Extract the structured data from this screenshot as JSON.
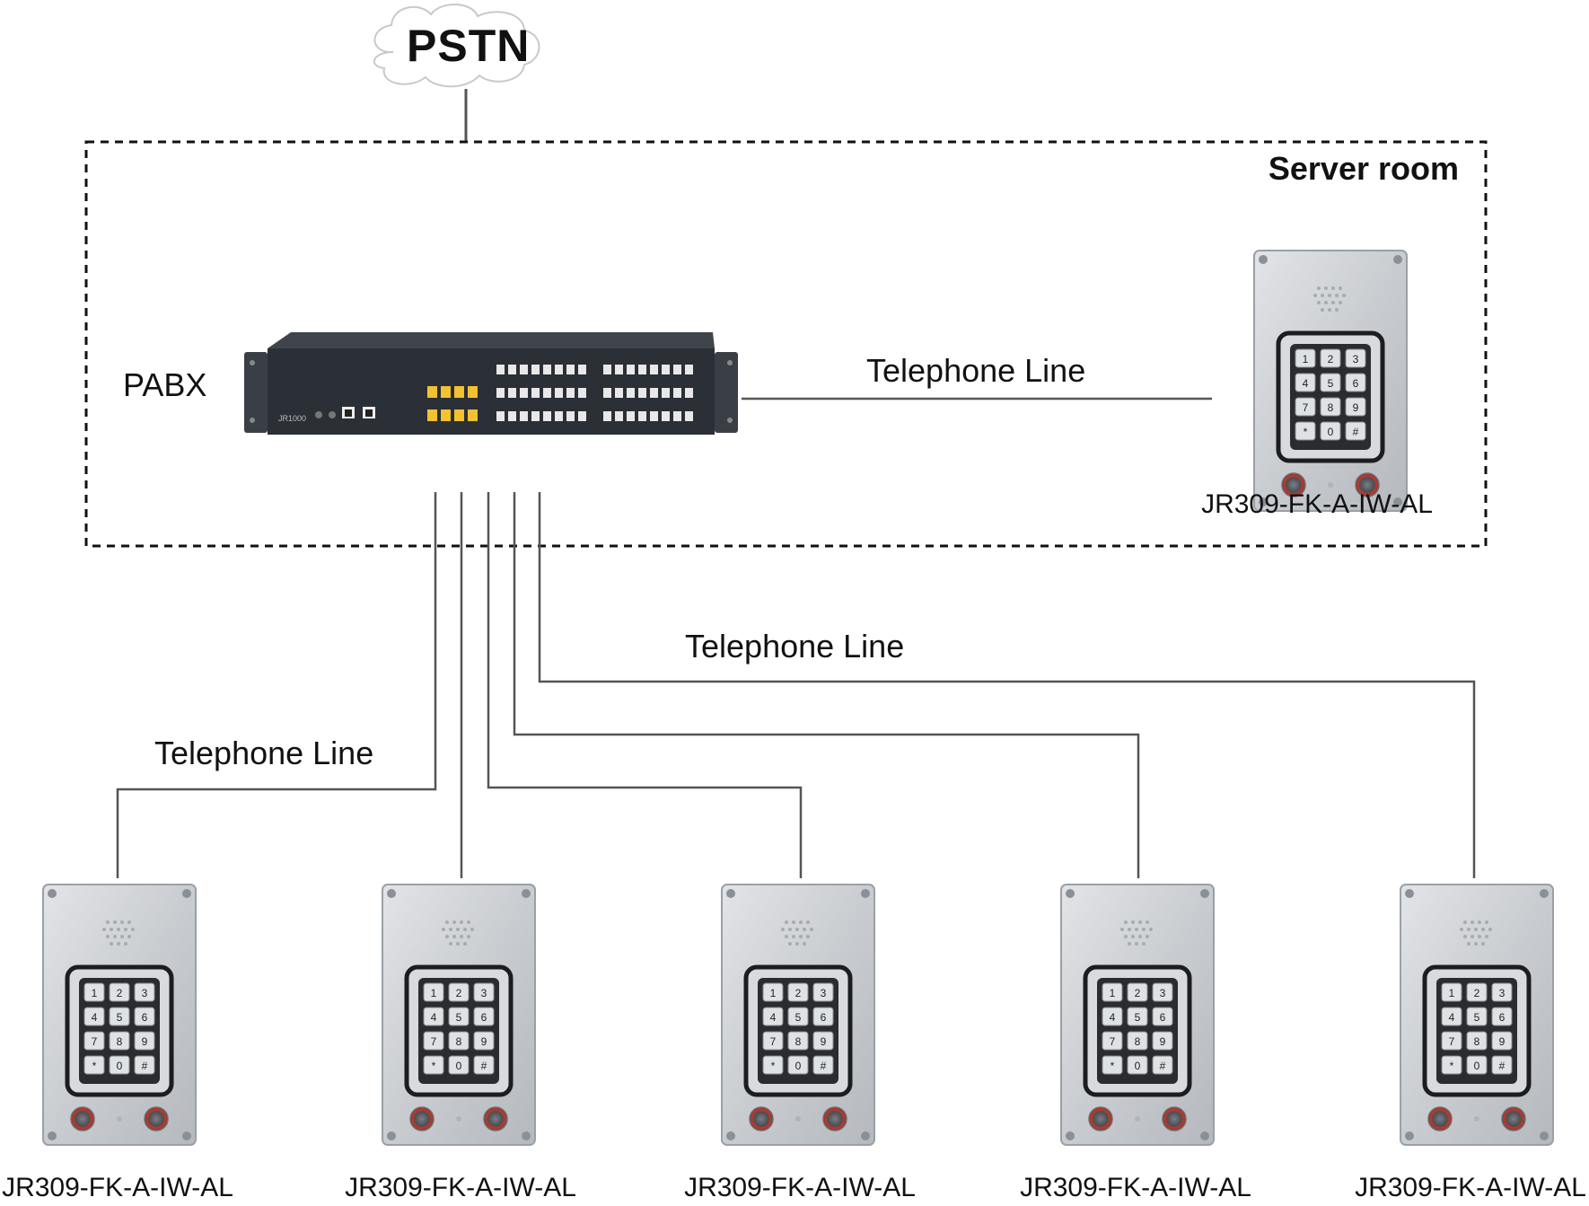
{
  "cloud_label": "PSTN",
  "zone_label": "Server room",
  "pabx": {
    "label": "PABX",
    "model_print": "JR1000"
  },
  "links": {
    "server_room": "Telephone Line",
    "right_group": "Telephone Line",
    "left_group": "Telephone Line"
  },
  "phones": {
    "server_room_model": "JR309-FK-A-IW-AL",
    "field_models": [
      "JR309-FK-A-IW-AL",
      "JR309-FK-A-IW-AL",
      "JR309-FK-A-IW-AL",
      "JR309-FK-A-IW-AL",
      "JR309-FK-A-IW-AL"
    ]
  },
  "keypad_keys": [
    "1",
    "2",
    "3",
    "4",
    "5",
    "6",
    "7",
    "8",
    "9",
    "*",
    "0",
    "#"
  ],
  "colors": {
    "line": "#555555",
    "pabx_body": "#2b2f36",
    "faceplate": "#cfd2d6",
    "port_yellow": "#f2c230",
    "button_red": "#c0392b"
  }
}
